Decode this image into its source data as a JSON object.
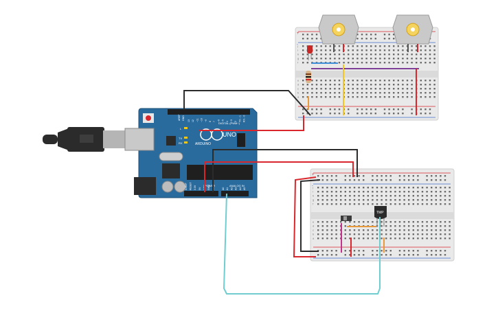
{
  "arduino": {
    "brand": "ARDUINO",
    "model": "UNO",
    "digital_header": "DIGITAL (PWM~)",
    "analog_header": "ANALOG IN",
    "power_header": "POWER",
    "aref_label": "AREF",
    "gnd_label": "GND",
    "led_labels": [
      "L",
      "TX",
      "RX"
    ],
    "digital_pins": [
      "13",
      "12",
      "~11",
      "~10",
      "~9",
      "8",
      "7",
      "~6",
      "~5",
      "4",
      "~3",
      "2",
      "TX→1",
      "RX←0"
    ],
    "power_pins": [
      "IOREF",
      "RESET",
      "3.3V",
      "5V",
      "GND",
      "GND",
      "Vin"
    ],
    "analog_pins": [
      "A0",
      "A1",
      "A2",
      "A3",
      "A4",
      "A5"
    ]
  },
  "breadboard_top": {
    "row_letters_left": [
      "j",
      "i",
      "h",
      "g",
      "f",
      "e",
      "d",
      "c",
      "b",
      "a"
    ],
    "plus": "+",
    "minus": "-"
  },
  "breadboard_bottom": {
    "row_letters_left": [
      "j",
      "i",
      "h",
      "g",
      "f",
      "e",
      "d",
      "c",
      "b",
      "a"
    ],
    "plus": "+",
    "minus": "-",
    "sensor_label": "TMP"
  },
  "wire_colors": {
    "black": "#2b2b2b",
    "red": "#d9262c",
    "teal": "#6fcdd0",
    "yellow": "#f2c91b",
    "purple": "#7e3f98",
    "blue": "#3c8fd8",
    "orange": "#e89a3a",
    "magenta": "#c3338c"
  },
  "board_color": "#2a6b9e",
  "breadboard_color": "#e9e9e9"
}
